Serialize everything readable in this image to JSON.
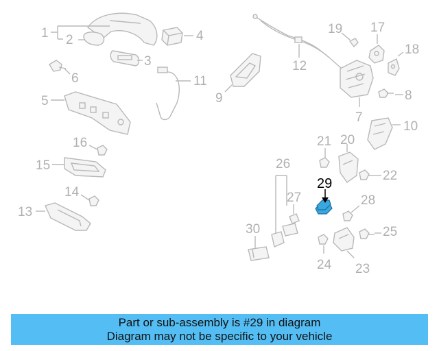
{
  "callouts": {
    "c1": "1",
    "c2": "2",
    "c3": "3",
    "c4": "4",
    "c5": "5",
    "c6": "6",
    "c7": "7",
    "c8": "8",
    "c9": "9",
    "c10": "10",
    "c11": "11",
    "c12": "12",
    "c13": "13",
    "c14": "14",
    "c15": "15",
    "c16": "16",
    "c17": "17",
    "c18": "18",
    "c19": "19",
    "c20": "20",
    "c21": "21",
    "c22": "22",
    "c23": "23",
    "c24": "24",
    "c25": "25",
    "c26": "26",
    "c27": "27",
    "c28": "28",
    "c29": "29",
    "c30": "30"
  },
  "highlight": {
    "part_number": "29",
    "color": "#3aa8df"
  },
  "banner": {
    "line1": "Part or sub-assembly is #29 in diagram",
    "line2": "Diagram may not be specific to your vehicle",
    "background": "#54bef4"
  }
}
